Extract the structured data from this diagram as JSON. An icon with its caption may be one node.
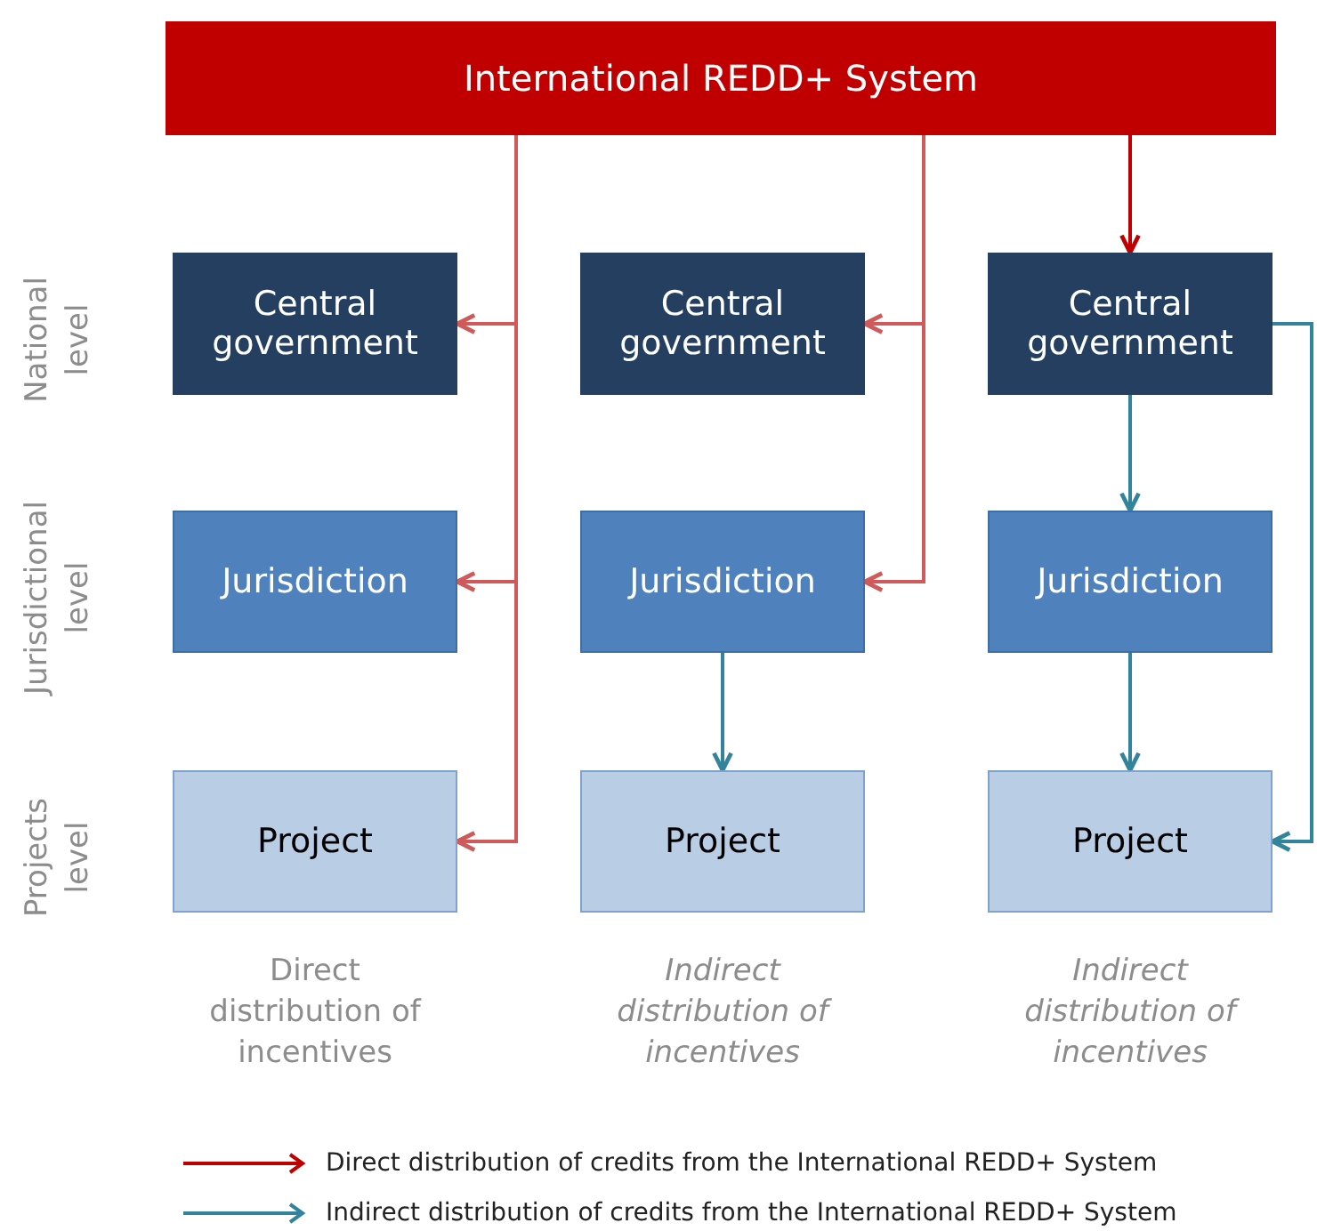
{
  "diagram": {
    "nodes": [
      {
        "text": [
          "International REDD+ System"
        ]
      },
      {
        "text": [
          "Central government"
        ]
      },
      {
        "text": [
          "Central government"
        ]
      },
      {
        "text": [
          "Central government"
        ]
      },
      {
        "text": [
          "Jurisdiction"
        ]
      },
      {
        "text": [
          "Jurisdiction"
        ]
      },
      {
        "text": [
          "Jurisdiction"
        ]
      },
      {
        "text": [
          "Project"
        ]
      },
      {
        "text": [
          "Project"
        ]
      },
      {
        "text": [
          "Project"
        ]
      }
    ],
    "edges": [
      {
        "from": 0,
        "to": 1,
        "arrow": "to"
      },
      {
        "from": 0,
        "to": 4,
        "arrow": "to"
      },
      {
        "from": 0,
        "to": 7,
        "arrow": "to"
      },
      {
        "from": 0,
        "to": 2,
        "arrow": "to"
      },
      {
        "from": 0,
        "to": 5,
        "arrow": "to"
      },
      {
        "from": 5,
        "to": 8,
        "arrow": "to",
        "color": "#31849b"
      },
      {
        "from": 0,
        "to": 3,
        "arrow": "to",
        "color": "#c00000"
      },
      {
        "from": 3,
        "to": 6,
        "arrow": "to",
        "color": "#31849b"
      },
      {
        "from": 6,
        "to": 9,
        "arrow": "to",
        "color": "#31849b"
      },
      {
        "from": 3,
        "to": 9,
        "arrow": "to",
        "color": "#31849b"
      }
    ],
    "labels": [
      "National level",
      "Jurisdictional level",
      "Projects level",
      "Direct distribution of incentives",
      "Indirect distribution of incentives",
      "Indirect distribution of incentives"
    ],
    "legend": [
      {
        "text": "Direct distribution of credits from the International REDD+ System",
        "color": "#c00000"
      },
      {
        "text": "Indirect distribution of credits from the International REDD+ System",
        "color": "#31849b"
      }
    ]
  }
}
